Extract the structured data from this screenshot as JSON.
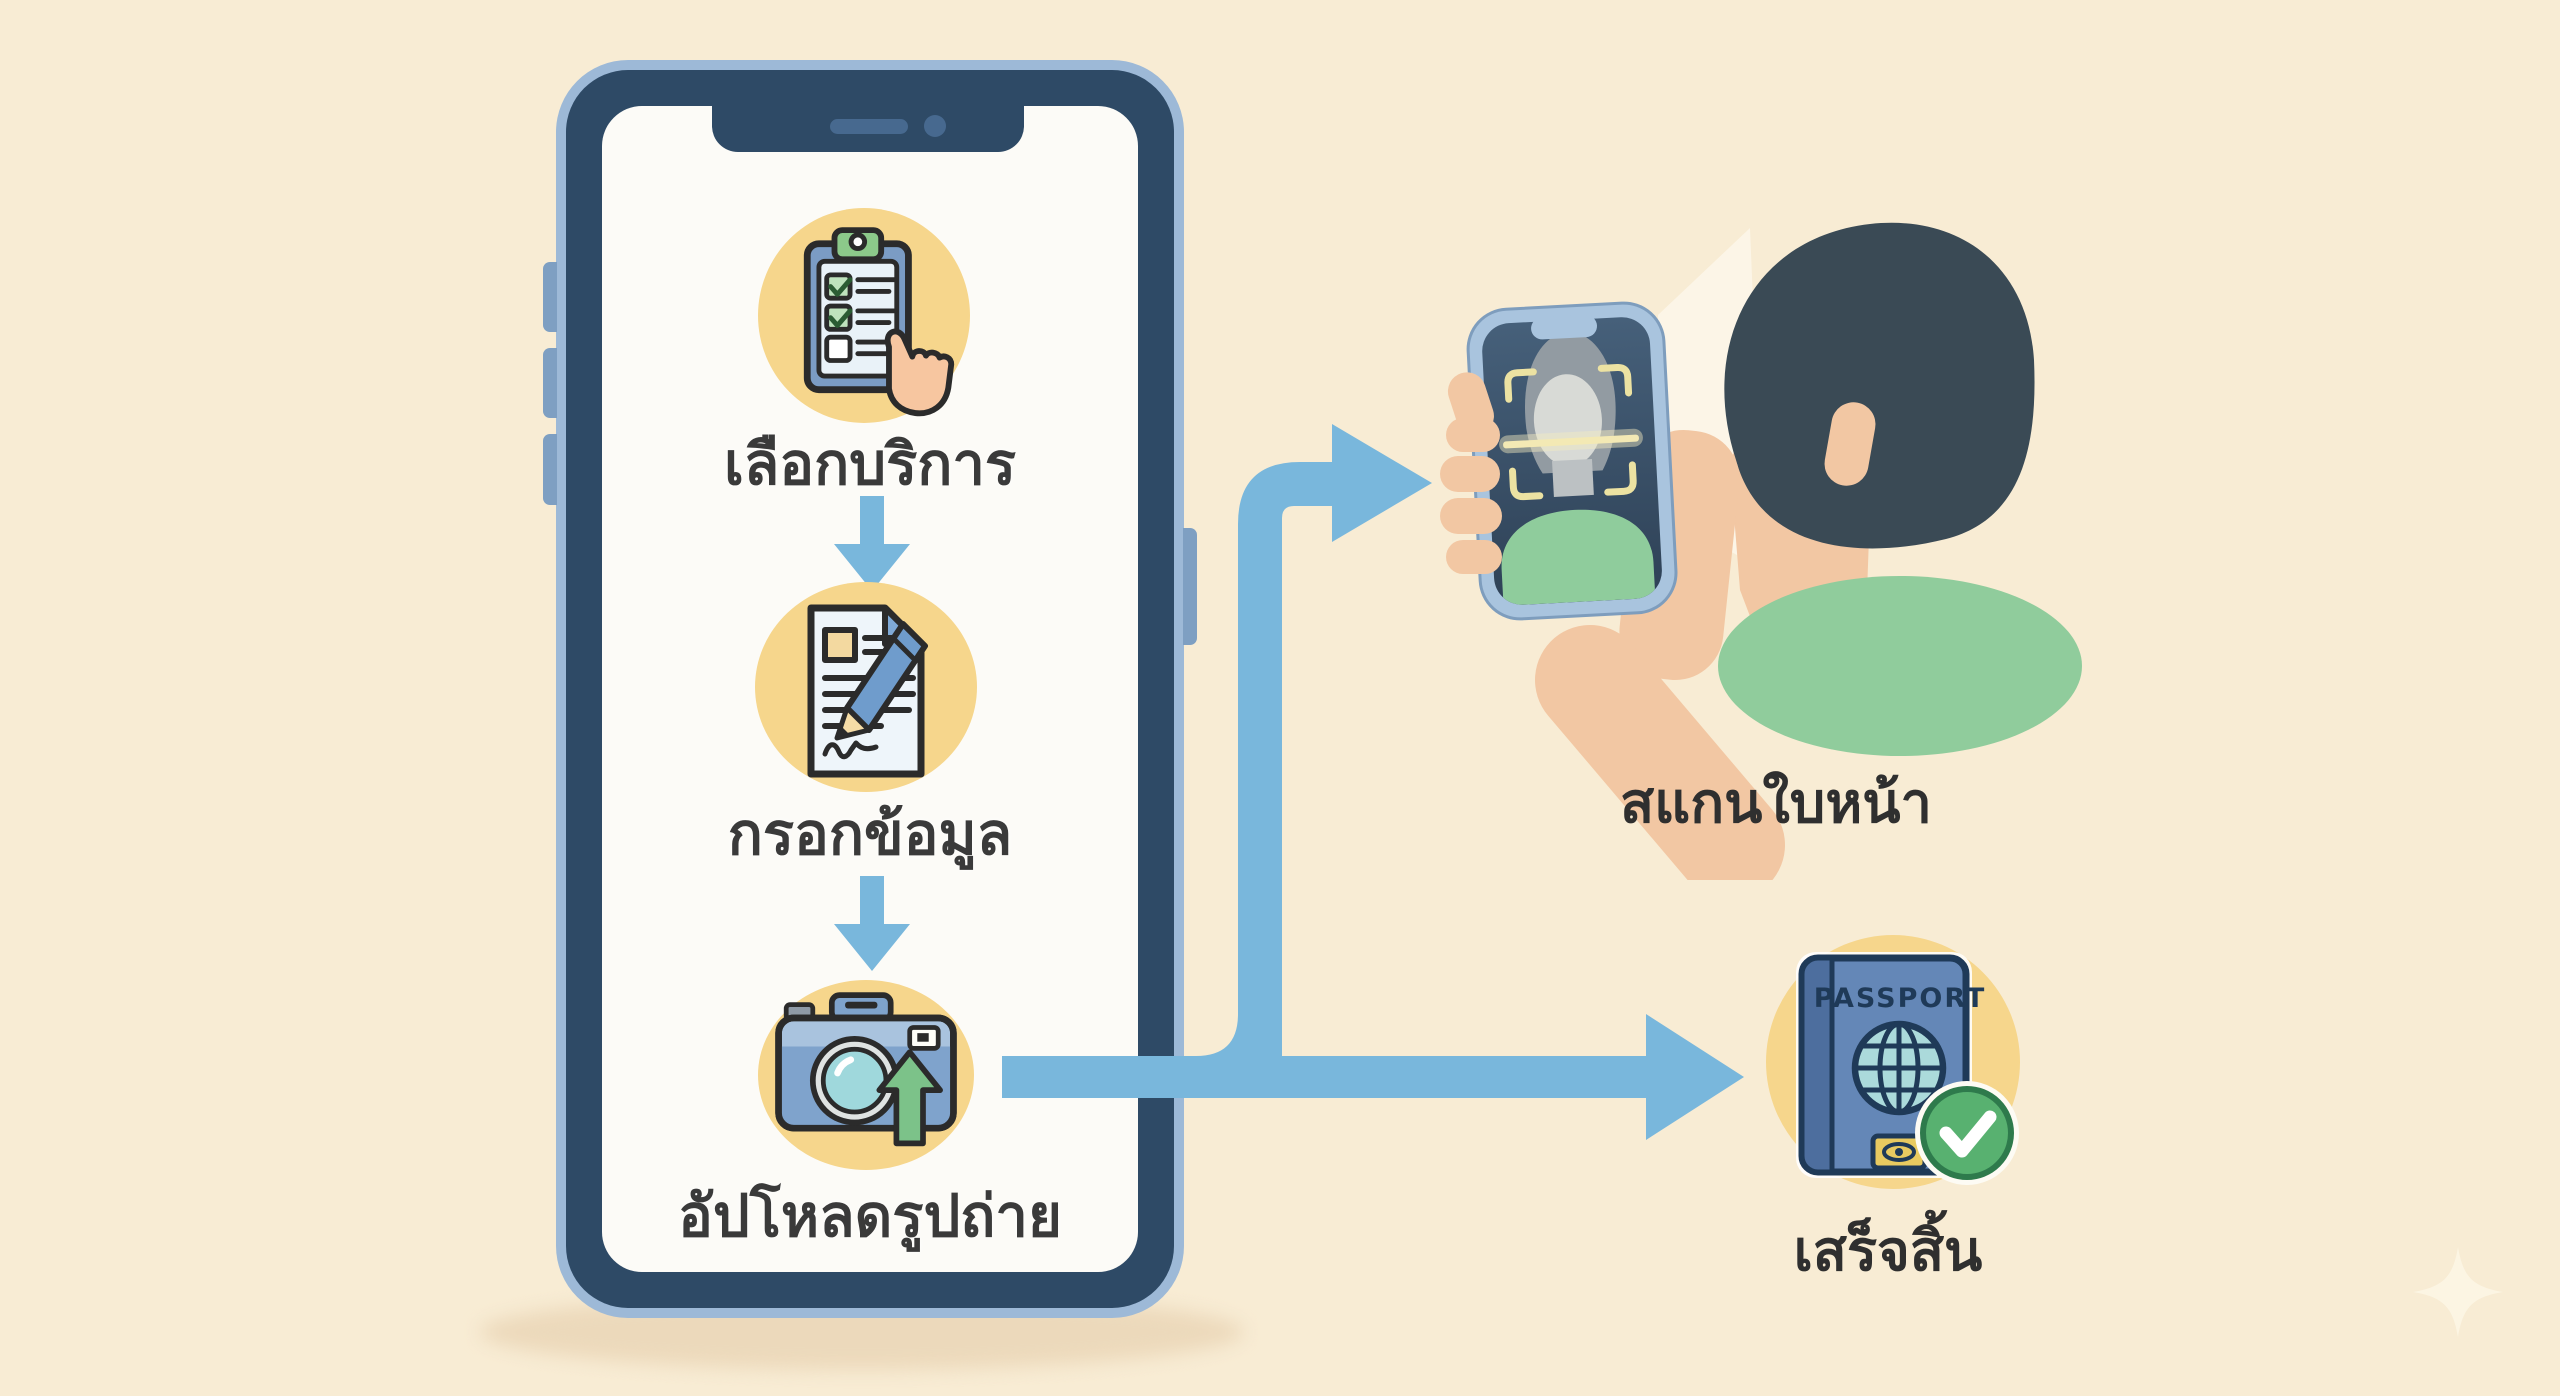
{
  "colors": {
    "background": "#f8ecd4",
    "arrow_blue": "#79b7dc",
    "badge_yellow": "#f6d68c",
    "phone_navy": "#2e4a66",
    "phone_frame_light": "#9db9d7",
    "shirt_green": "#90cc9c",
    "check_green": "#58b170",
    "skin_tone": "#f2c7a3",
    "passport_blue": "#6487b7"
  },
  "phone_flow": {
    "steps": [
      {
        "label": "เลือกบริการ",
        "icon": "clipboard-checklist-icon"
      },
      {
        "label": "กรอกข้อมูล",
        "icon": "document-pen-icon"
      },
      {
        "label": "อัปโหลดรูปถ่าย",
        "icon": "camera-upload-icon"
      }
    ]
  },
  "outcomes": {
    "face_scan_label": "สแกนใบหน้า",
    "done_label": "เสร็จสิ้น",
    "passport_title": "PASSPORT"
  }
}
